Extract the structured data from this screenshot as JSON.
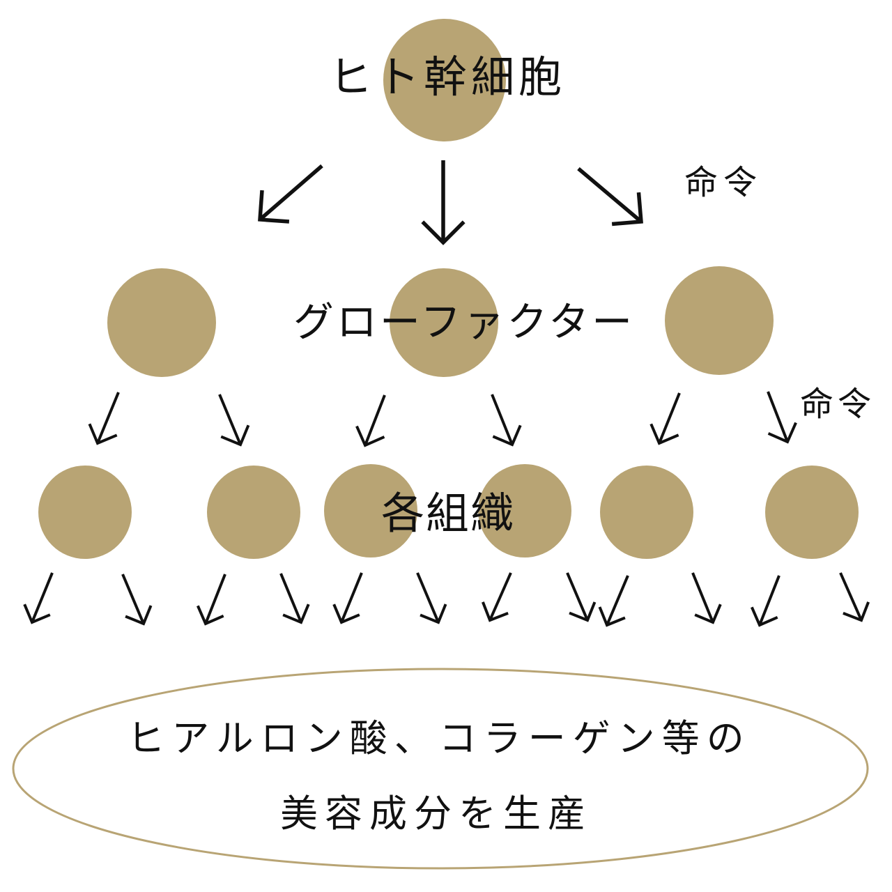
{
  "colors": {
    "node_fill": "#b8a474",
    "ellipse_stroke": "#b8a474",
    "text": "#111111",
    "arrow": "#111111",
    "background": "#ffffff"
  },
  "levels": {
    "top": {
      "label": "ヒト幹細胞"
    },
    "middle": {
      "label": "グローファクター"
    },
    "bottom": {
      "label": "各組織"
    }
  },
  "annotations": {
    "command_1": "命令",
    "command_2": "命令"
  },
  "result": {
    "line1": "ヒアルロン酸、コラーゲン等の",
    "line2": "美容成分を生産"
  }
}
